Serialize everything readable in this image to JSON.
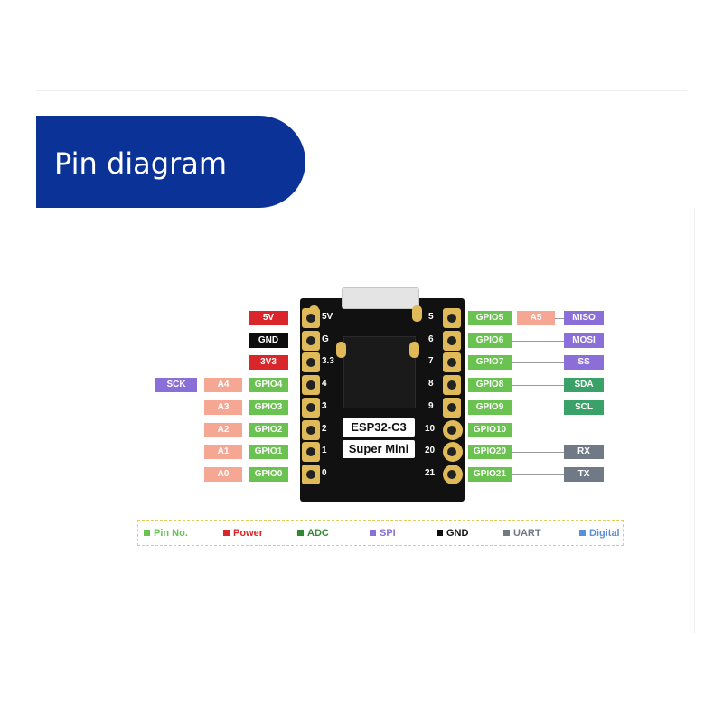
{
  "header": {
    "title": "Pin diagram"
  },
  "board": {
    "name_line1": "ESP32-C3",
    "name_line2": "Super Mini"
  },
  "left_pins": [
    {
      "num": "5V",
      "power": "5V"
    },
    {
      "num": "G",
      "gnd": "GND"
    },
    {
      "num": "3.3",
      "power": "3V3"
    },
    {
      "num": "4",
      "gpio": "GPIO4",
      "adc": "A4",
      "spi": "SCK"
    },
    {
      "num": "3",
      "gpio": "GPIO3",
      "adc": "A3"
    },
    {
      "num": "2",
      "gpio": "GPIO2",
      "adc": "A2"
    },
    {
      "num": "1",
      "gpio": "GPIO1",
      "adc": "A1"
    },
    {
      "num": "0",
      "gpio": "GPIO0",
      "adc": "A0"
    }
  ],
  "right_pins": [
    {
      "num": "5",
      "gpio": "GPIO5",
      "adc": "A5",
      "spi": "MISO"
    },
    {
      "num": "6",
      "gpio": "GPIO6",
      "spi": "MOSI"
    },
    {
      "num": "7",
      "gpio": "GPIO7",
      "spi": "SS"
    },
    {
      "num": "8",
      "gpio": "GPIO8",
      "i2c": "SDA"
    },
    {
      "num": "9",
      "gpio": "GPIO9",
      "i2c": "SCL"
    },
    {
      "num": "10",
      "gpio": "GPIO10"
    },
    {
      "num": "20",
      "gpio": "GPIO20",
      "uart": "RX"
    },
    {
      "num": "21",
      "gpio": "GPIO21",
      "uart": "TX"
    }
  ],
  "legend": [
    {
      "label": "Pin No.",
      "color": "#6ac250"
    },
    {
      "label": "Power",
      "color": "#d8262b"
    },
    {
      "label": "ADC",
      "color": "#2f8a2f"
    },
    {
      "label": "SPI",
      "color": "#8b6fd8"
    },
    {
      "label": "GND",
      "color": "#0d0d0d"
    },
    {
      "label": "UART",
      "color": "#707a86"
    },
    {
      "label": "Digital",
      "color": "#5b8fd6"
    }
  ]
}
